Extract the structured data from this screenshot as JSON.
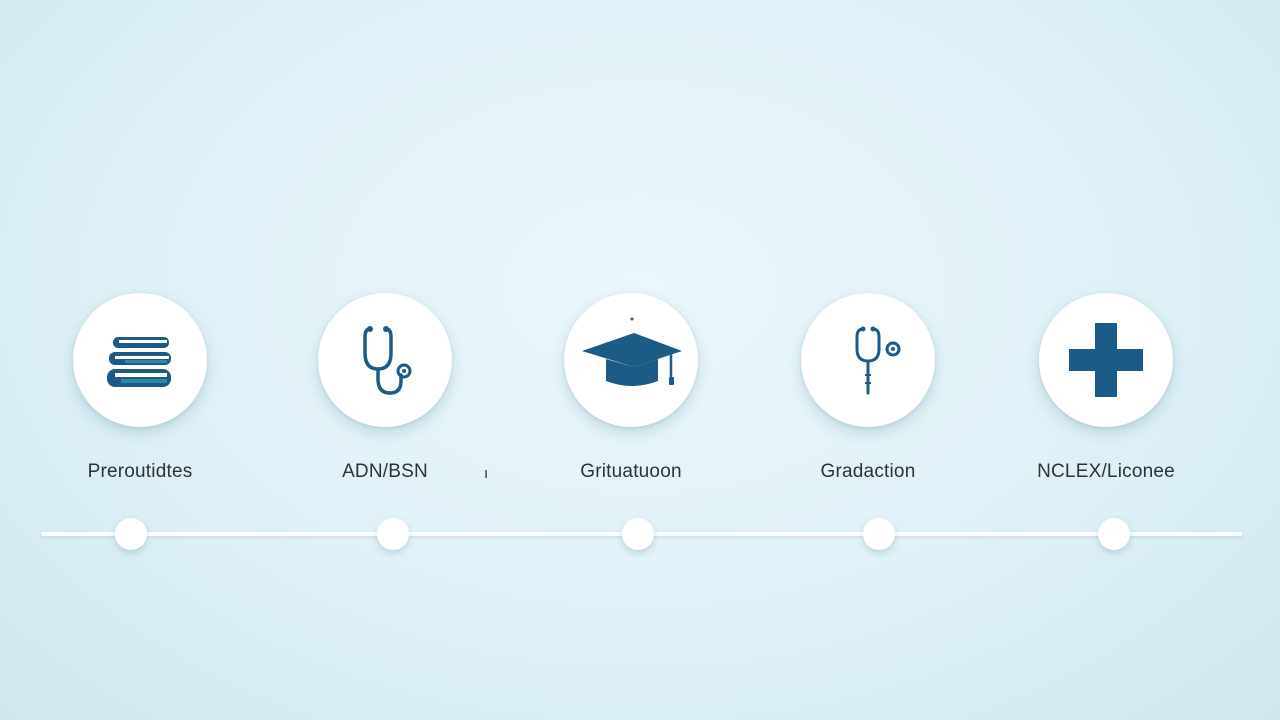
{
  "colors": {
    "icon_primary": "#1c5b85",
    "icon_secondary": "#2e86a8",
    "background": "#e2f3f8",
    "label_text": "#2d3338"
  },
  "steps": [
    {
      "label": "Preroutidtes",
      "icon": "books-icon"
    },
    {
      "label": "ADN/BSN",
      "icon": "stethoscope-icon"
    },
    {
      "label": "Grituatuoon",
      "icon": "graduation-cap-icon"
    },
    {
      "label": "Gradaction",
      "icon": "stethoscope-icon"
    },
    {
      "label": "NCLEX/Liconee",
      "icon": "medical-cross-icon"
    }
  ],
  "stray_mark": "ı"
}
